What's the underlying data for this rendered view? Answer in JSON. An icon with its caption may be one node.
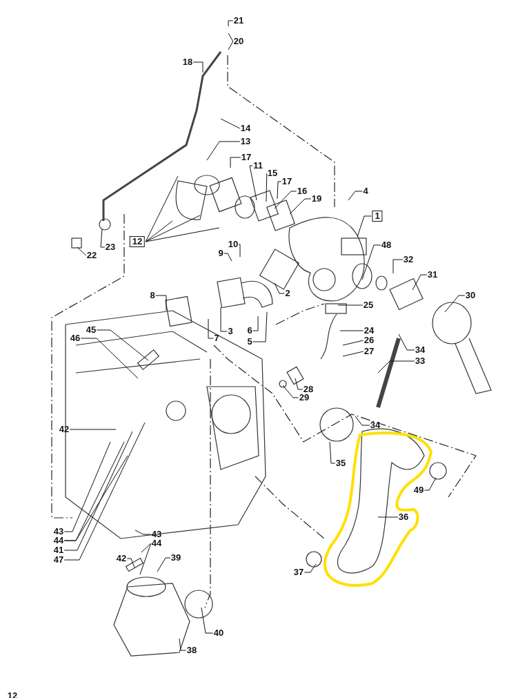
{
  "diagram": {
    "nodes": [
      {
        "text": [
          "21"
        ]
      },
      {
        "text": [
          "20"
        ]
      },
      {
        "text": [
          "18"
        ]
      },
      {
        "text": [
          "14"
        ]
      },
      {
        "text": [
          "13"
        ]
      },
      {
        "text": [
          "17"
        ]
      },
      {
        "text": [
          "11"
        ]
      },
      {
        "text": [
          "15"
        ]
      },
      {
        "text": [
          "17"
        ]
      },
      {
        "text": [
          "4"
        ]
      },
      {
        "text": [
          "16"
        ]
      },
      {
        "text": [
          "19"
        ]
      },
      {
        "text": [
          "1"
        ]
      },
      {
        "text": [
          "12"
        ]
      },
      {
        "text": [
          "10"
        ]
      },
      {
        "text": [
          "48"
        ]
      },
      {
        "text": [
          "23"
        ]
      },
      {
        "text": [
          "9"
        ]
      },
      {
        "text": [
          "22"
        ]
      },
      {
        "text": [
          "32"
        ]
      },
      {
        "text": [
          "31"
        ]
      },
      {
        "text": [
          "2"
        ]
      },
      {
        "text": [
          "8"
        ]
      },
      {
        "text": [
          "30"
        ]
      },
      {
        "text": [
          "25"
        ]
      },
      {
        "text": [
          "45"
        ]
      },
      {
        "text": [
          "6"
        ]
      },
      {
        "text": [
          "3"
        ]
      },
      {
        "text": [
          "24"
        ]
      },
      {
        "text": [
          "7"
        ]
      },
      {
        "text": [
          "46"
        ]
      },
      {
        "text": [
          "26"
        ]
      },
      {
        "text": [
          "5"
        ]
      },
      {
        "text": [
          "34"
        ]
      },
      {
        "text": [
          "27"
        ]
      },
      {
        "text": [
          "33"
        ]
      },
      {
        "text": [
          "28"
        ]
      },
      {
        "text": [
          "29"
        ]
      },
      {
        "text": [
          "34"
        ]
      },
      {
        "text": [
          "42"
        ]
      },
      {
        "text": [
          "35"
        ]
      },
      {
        "text": [
          "49"
        ]
      },
      {
        "text": [
          "36"
        ]
      },
      {
        "text": [
          "43"
        ]
      },
      {
        "text": [
          "43"
        ]
      },
      {
        "text": [
          "44"
        ]
      },
      {
        "text": [
          "44"
        ]
      },
      {
        "text": [
          "41"
        ]
      },
      {
        "text": [
          "42"
        ]
      },
      {
        "text": [
          "39"
        ]
      },
      {
        "text": [
          "47"
        ]
      },
      {
        "text": [
          "37"
        ]
      },
      {
        "text": [
          "40"
        ]
      },
      {
        "text": [
          "38"
        ]
      }
    ],
    "edges": [
      {
        "from": 0,
        "to": null,
        "arrow": "none"
      },
      {
        "from": 1,
        "to": null,
        "arrow": "none"
      },
      {
        "from": 1,
        "to": null,
        "arrow": "none"
      },
      {
        "from": 2,
        "to": null,
        "arrow": "none"
      },
      {
        "from": 3,
        "to": null,
        "arrow": "none"
      },
      {
        "from": 4,
        "to": null,
        "arrow": "none"
      },
      {
        "from": 5,
        "to": null,
        "arrow": "none"
      },
      {
        "from": 6,
        "to": null,
        "arrow": "none"
      },
      {
        "from": 7,
        "to": null,
        "arrow": "none"
      },
      {
        "from": 8,
        "to": null,
        "arrow": "none"
      },
      {
        "from": 9,
        "to": null,
        "arrow": "none"
      },
      {
        "from": 10,
        "to": null,
        "arrow": "none"
      },
      {
        "from": 11,
        "to": null,
        "arrow": "none"
      },
      {
        "from": 12,
        "to": null,
        "arrow": "none"
      },
      {
        "from": 13,
        "to": null,
        "arrow": "none"
      },
      {
        "from": 13,
        "to": null,
        "arrow": "none"
      },
      {
        "from": 13,
        "to": null,
        "arrow": "none"
      },
      {
        "from": 13,
        "to": null,
        "arrow": "none"
      },
      {
        "from": 14,
        "to": null,
        "arrow": "none"
      },
      {
        "from": 15,
        "to": null,
        "arrow": "none"
      },
      {
        "from": 16,
        "to": null,
        "arrow": "none"
      },
      {
        "from": 17,
        "to": null,
        "arrow": "none"
      },
      {
        "from": 18,
        "to": null,
        "arrow": "none"
      },
      {
        "from": 19,
        "to": null,
        "arrow": "none"
      },
      {
        "from": 20,
        "to": null,
        "arrow": "none"
      },
      {
        "from": 21,
        "to": null,
        "arrow": "none"
      },
      {
        "from": 22,
        "to": null,
        "arrow": "none"
      },
      {
        "from": 23,
        "to": null,
        "arrow": "none"
      },
      {
        "from": 24,
        "to": null,
        "arrow": "none"
      },
      {
        "from": 25,
        "to": null,
        "arrow": "none"
      },
      {
        "from": 26,
        "to": null,
        "arrow": "none"
      },
      {
        "from": 27,
        "to": null,
        "arrow": "none"
      },
      {
        "from": 28,
        "to": null,
        "arrow": "none"
      },
      {
        "from": 29,
        "to": null,
        "arrow": "none"
      },
      {
        "from": 30,
        "to": null,
        "arrow": "none"
      },
      {
        "from": 31,
        "to": null,
        "arrow": "none"
      },
      {
        "from": 32,
        "to": null,
        "arrow": "none"
      },
      {
        "from": 33,
        "to": null,
        "arrow": "none"
      },
      {
        "from": 34,
        "to": null,
        "arrow": "none"
      },
      {
        "from": 35,
        "to": null,
        "arrow": "none"
      },
      {
        "from": 36,
        "to": null,
        "arrow": "none"
      },
      {
        "from": 37,
        "to": null,
        "arrow": "none"
      },
      {
        "from": 38,
        "to": null,
        "arrow": "none"
      },
      {
        "from": 39,
        "to": null,
        "arrow": "none"
      },
      {
        "from": 40,
        "to": null,
        "arrow": "none"
      },
      {
        "from": 41,
        "to": null,
        "arrow": "none"
      },
      {
        "from": 42,
        "to": null,
        "arrow": "none"
      },
      {
        "from": 43,
        "to": null,
        "arrow": "none"
      },
      {
        "from": 45,
        "to": null,
        "arrow": "none"
      },
      {
        "from": 45,
        "to": null,
        "arrow": "none"
      },
      {
        "from": 47,
        "to": null,
        "arrow": "none"
      },
      {
        "from": 50,
        "to": null,
        "arrow": "none"
      },
      {
        "from": 44,
        "to": null,
        "arrow": "none"
      },
      {
        "from": 46,
        "to": null,
        "arrow": "none"
      },
      {
        "from": 46,
        "to": null,
        "arrow": "none"
      },
      {
        "from": 48,
        "to": null,
        "arrow": "none"
      },
      {
        "from": 49,
        "to": null,
        "arrow": "none"
      },
      {
        "from": 51,
        "to": null,
        "arrow": "none"
      },
      {
        "from": 52,
        "to": null,
        "arrow": "none"
      },
      {
        "from": 53,
        "to": null,
        "arrow": "none"
      }
    ],
    "labels": [
      "12"
    ]
  }
}
